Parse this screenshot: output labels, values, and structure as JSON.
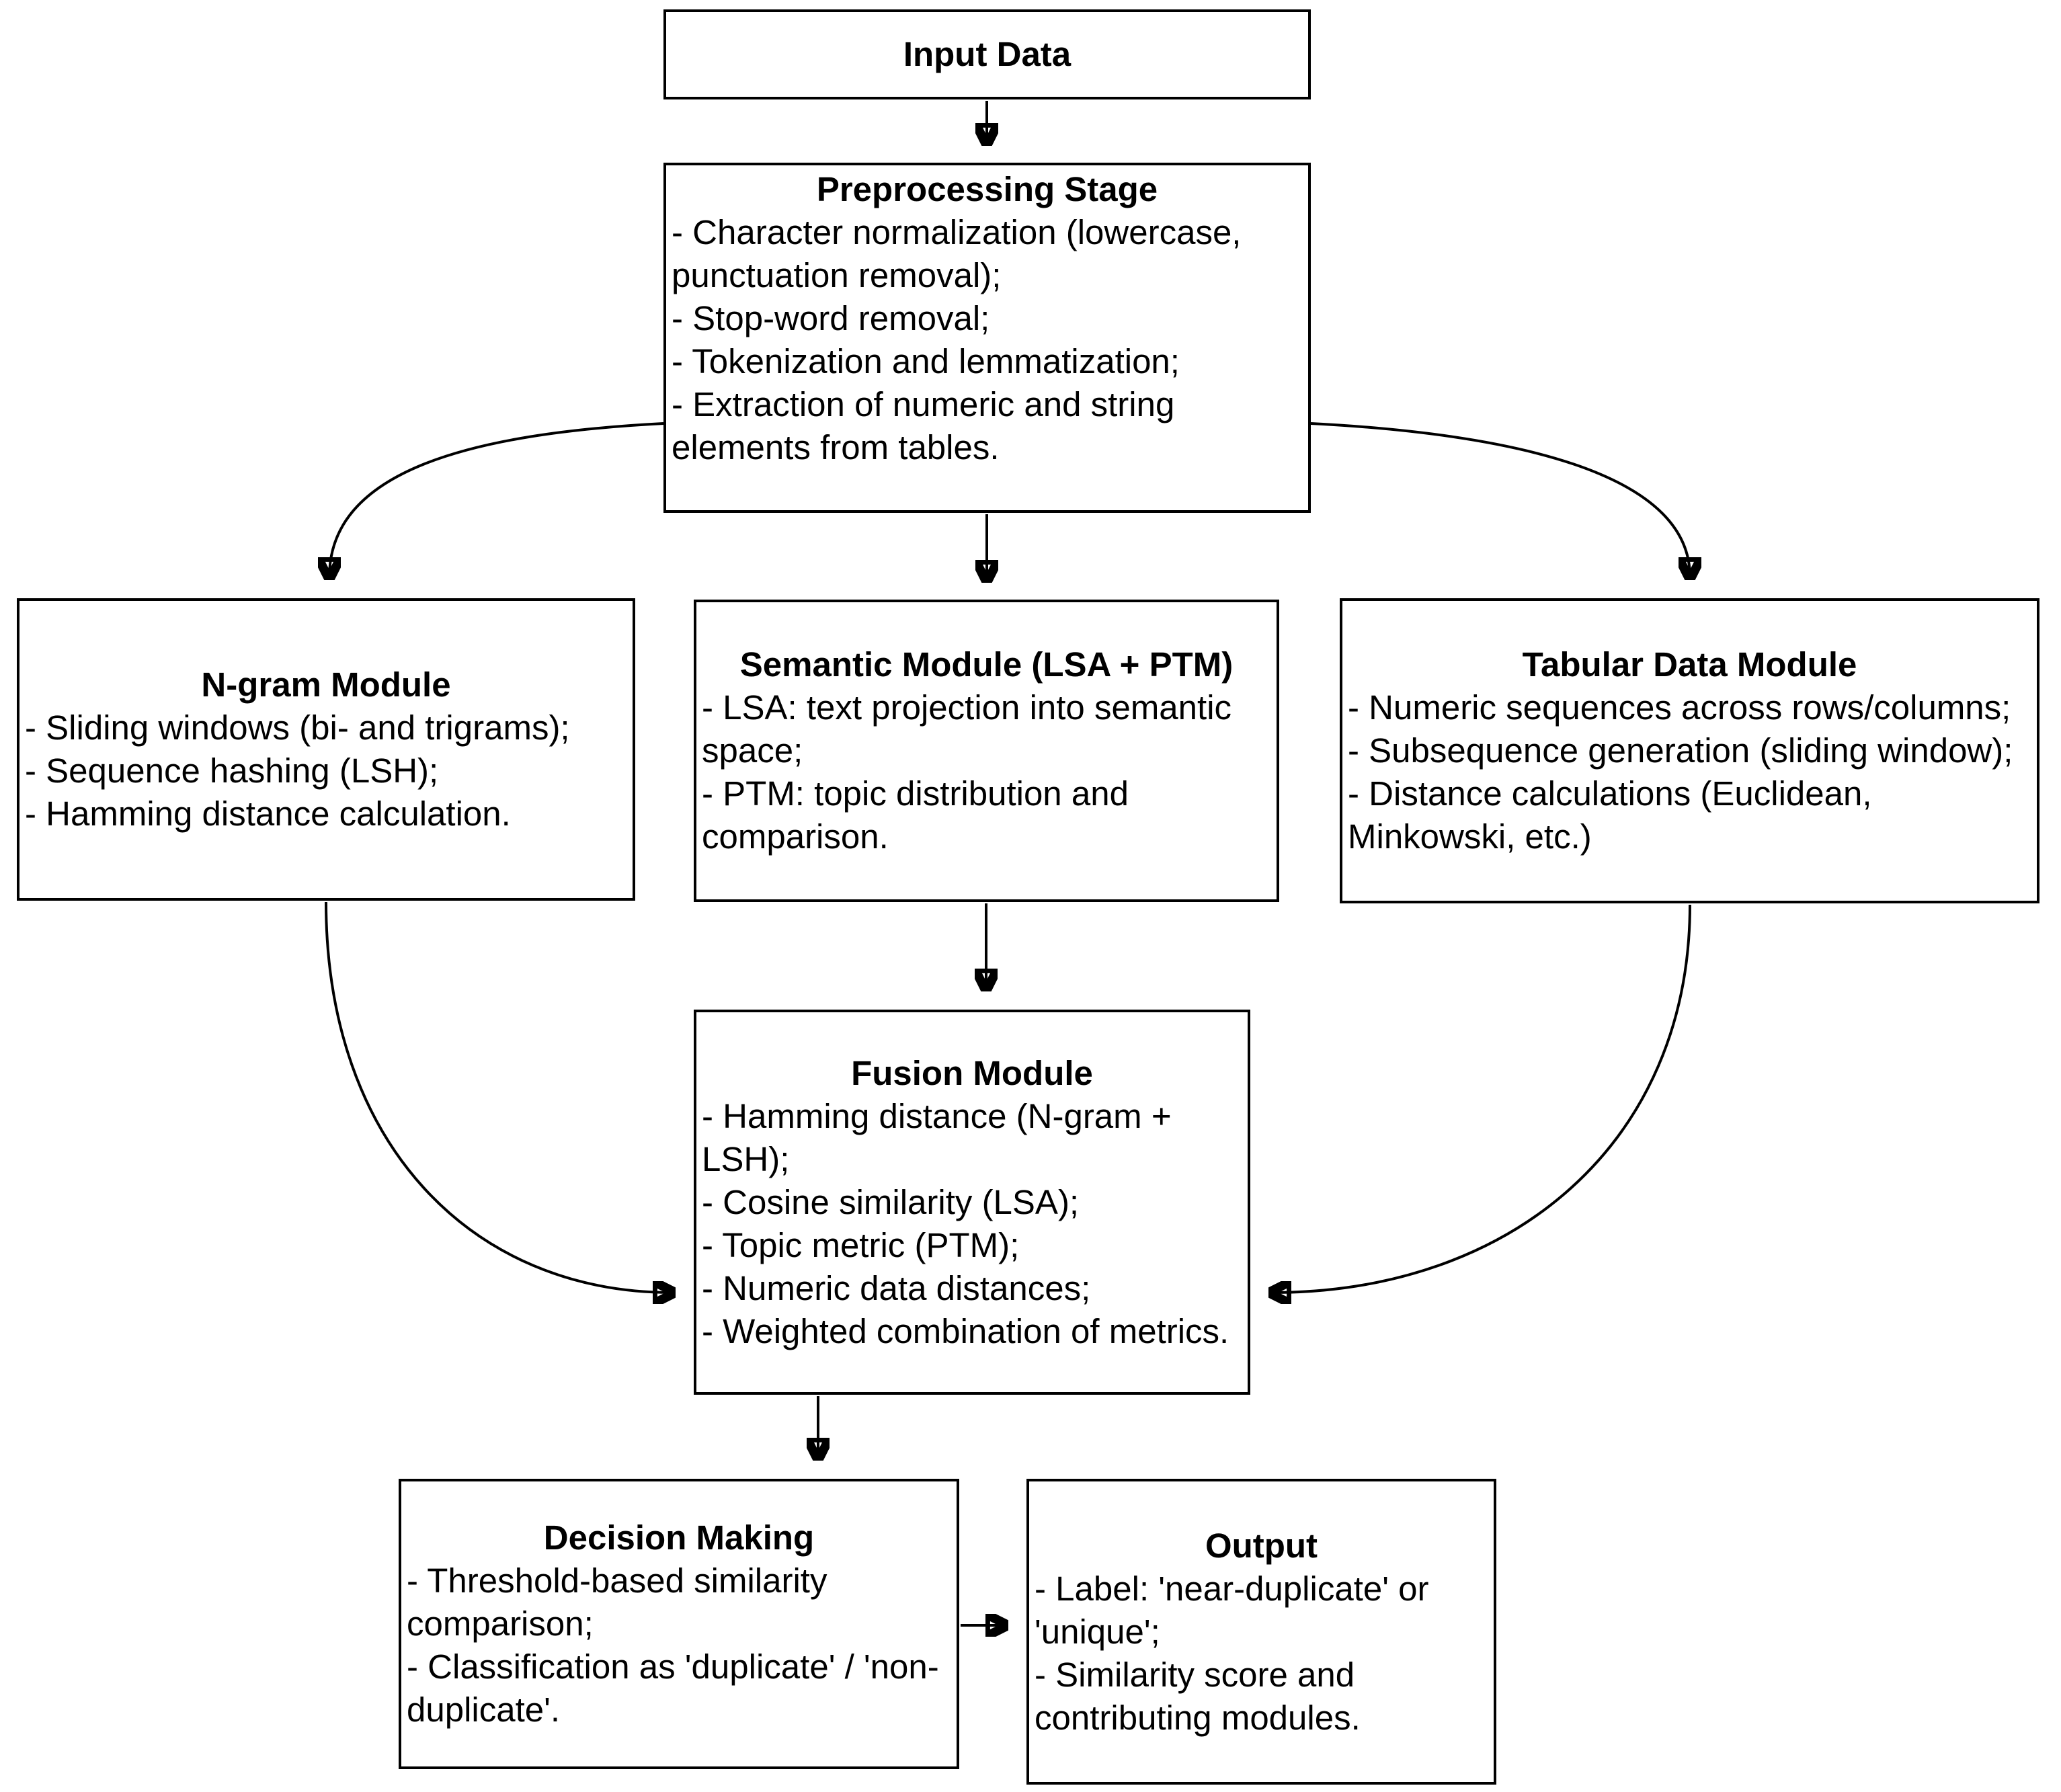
{
  "diagram": {
    "boxes": {
      "input": {
        "title": "Input Data",
        "bullets": []
      },
      "preprocessing": {
        "title": "Preprocessing Stage",
        "bullets": [
          "- Character normalization (lowercase, punctuation removal);",
          "- Stop-word removal;",
          "- Tokenization and lemmatization;",
          "- Extraction of numeric and string elements from tables."
        ]
      },
      "ngram": {
        "title": "N-gram Module",
        "bullets": [
          "- Sliding windows (bi- and trigrams);",
          "- Sequence hashing (LSH);",
          "- Hamming distance calculation."
        ]
      },
      "semantic": {
        "title": "Semantic Module (LSA + PTM)",
        "bullets": [
          "- LSA: text projection into semantic space;",
          "- PTM: topic distribution and comparison."
        ]
      },
      "tabular": {
        "title": "Tabular Data Module",
        "bullets": [
          "- Numeric sequences across rows/columns;",
          "- Subsequence generation (sliding window);",
          "- Distance calculations (Euclidean, Minkowski, etc.)"
        ]
      },
      "fusion": {
        "title": "Fusion Module",
        "bullets": [
          "- Hamming distance (N-gram + LSH);",
          "- Cosine similarity (LSA);",
          "- Topic metric (PTM);",
          "- Numeric data distances;",
          "- Weighted combination of metrics."
        ]
      },
      "decision": {
        "title": "Decision Making",
        "bullets": [
          "- Threshold-based similarity comparison;",
          "- Classification as 'duplicate' / 'non-duplicate'."
        ]
      },
      "output": {
        "title": "Output",
        "bullets": [
          "- Label: 'near-duplicate' or 'unique';",
          "- Similarity score and contributing modules."
        ]
      }
    },
    "connectors": [
      {
        "from": "Input Data",
        "to": "Preprocessing Stage",
        "shape": "straight"
      },
      {
        "from": "Preprocessing Stage",
        "to": "N-gram Module",
        "shape": "curved"
      },
      {
        "from": "Preprocessing Stage",
        "to": "Semantic Module (LSA + PTM)",
        "shape": "straight"
      },
      {
        "from": "Preprocessing Stage",
        "to": "Tabular Data Module",
        "shape": "curved"
      },
      {
        "from": "N-gram Module",
        "to": "Fusion Module",
        "shape": "curved"
      },
      {
        "from": "Semantic Module (LSA + PTM)",
        "to": "Fusion Module",
        "shape": "straight"
      },
      {
        "from": "Tabular Data Module",
        "to": "Fusion Module",
        "shape": "curved"
      },
      {
        "from": "Fusion Module",
        "to": "Decision Making",
        "shape": "straight"
      },
      {
        "from": "Decision Making",
        "to": "Output",
        "shape": "straight"
      }
    ],
    "colors": {
      "background": "#ffffff",
      "border": "#000000",
      "text": "#000000"
    }
  }
}
